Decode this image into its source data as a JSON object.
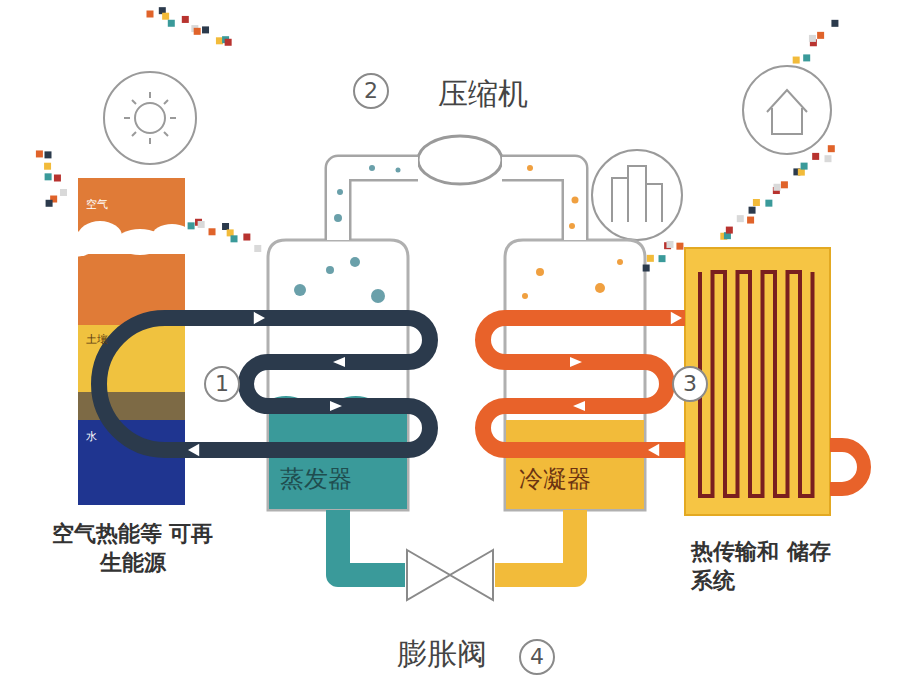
{
  "diagram": {
    "nodes": [
      {
        "text": [
          "压缩机"
        ]
      },
      {
        "text": [
          "空气热能等 可再生能源"
        ]
      },
      {
        "text": [
          "空气"
        ],
        "in": 1
      },
      {
        "text": [
          "土壤"
        ],
        "in": 1
      },
      {
        "text": [
          "水"
        ],
        "in": 1
      },
      {
        "text": [
          "蒸发器"
        ]
      },
      {
        "text": [
          "冷凝器"
        ]
      },
      {
        "text": [
          "热传输和 储存系统"
        ]
      },
      {
        "text": [
          "膨胀阀"
        ]
      }
    ],
    "edges": [
      {
        "from": 1,
        "to": 5,
        "arrow": "to"
      },
      {
        "from": 5,
        "to": 1,
        "arrow": "to"
      },
      {
        "from": 5,
        "to": 0,
        "arrow": "none"
      },
      {
        "from": 0,
        "to": 6,
        "arrow": "none"
      },
      {
        "from": 6,
        "to": 7,
        "arrow": "to"
      },
      {
        "from": 7,
        "to": 6,
        "arrow": "to"
      },
      {
        "from": 6,
        "to": 8,
        "arrow": "none"
      },
      {
        "from": 8,
        "to": 5,
        "arrow": "none"
      }
    ],
    "labels": [
      "2",
      "1",
      "3",
      "4"
    ]
  }
}
